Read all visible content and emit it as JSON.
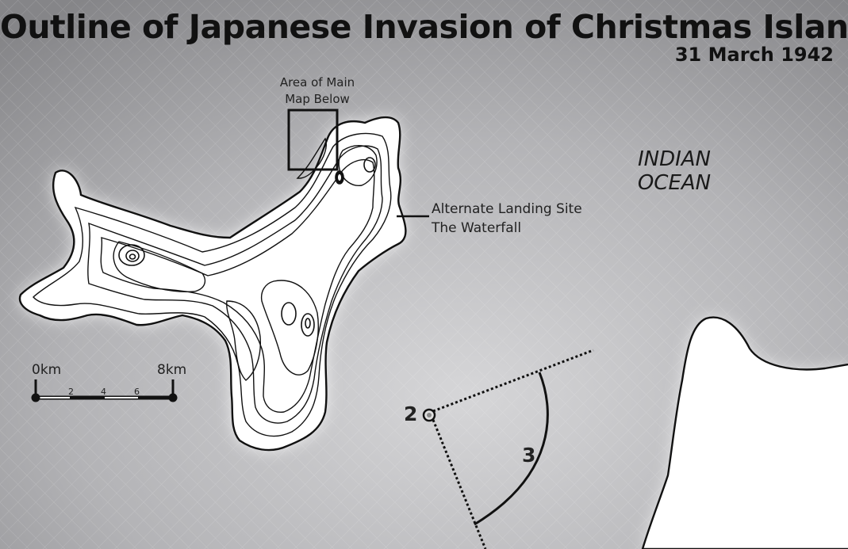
{
  "map": {
    "title": "Outline of Japanese Invasion of Christmas Island",
    "date": "31 March 1942",
    "labels": {
      "area_line1": "Area of Main",
      "area_line2": "Map Below",
      "landing_line1": "Alternate Landing Site",
      "landing_line2": "The Waterfall",
      "ocean_line1": "INDIAN",
      "ocean_line2": "OCEAN"
    },
    "scale_bar": {
      "start": "0km",
      "end": "8km",
      "ticks": [
        "2",
        "4",
        "6"
      ]
    },
    "markers": {
      "point_2": "2",
      "arc_3": "3"
    },
    "colors": {
      "sea_light": "#c9c9cb",
      "sea_dark": "#8f8f92",
      "land": "#ffffff",
      "outline": "#111111"
    }
  }
}
